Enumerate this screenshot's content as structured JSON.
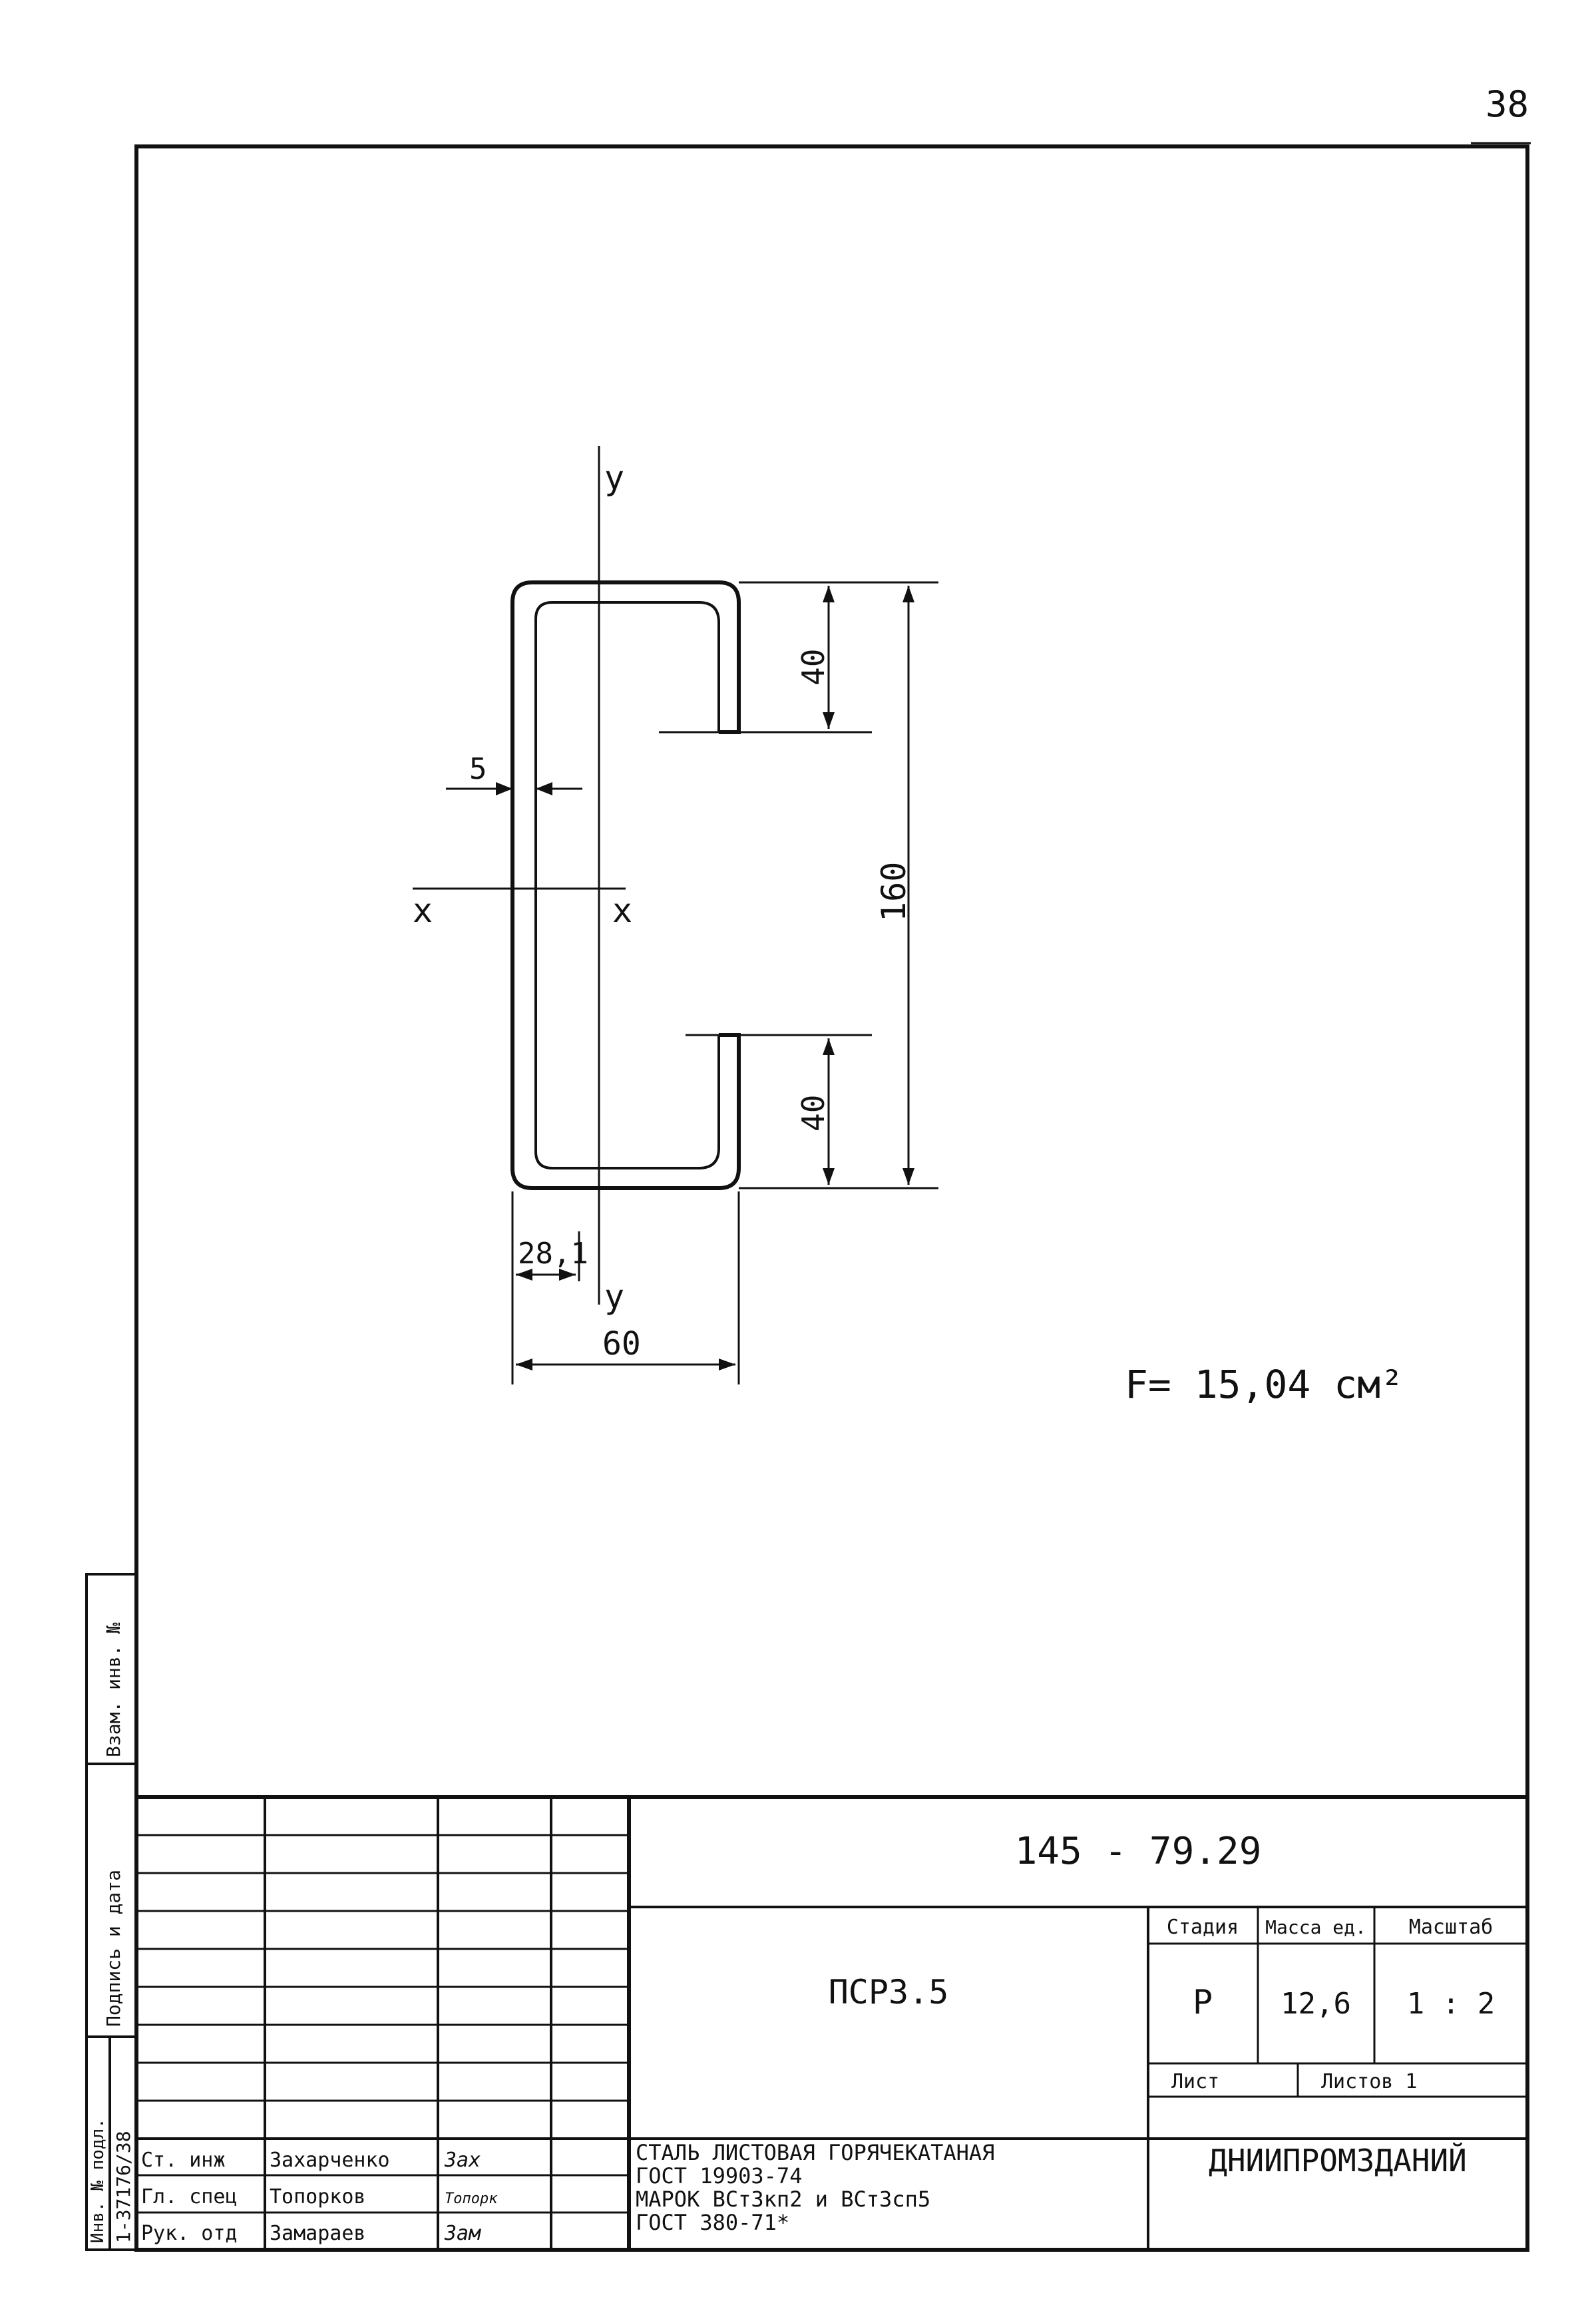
{
  "page_number": "38",
  "drawing": {
    "axis_y_top": "y",
    "axis_y_bottom": "y",
    "axis_x_left": "x",
    "axis_x_right": "x",
    "dim_thickness": "5",
    "dim_lip_top": "40",
    "dim_lip_bottom": "40",
    "dim_height": "160",
    "dim_centroid": "28,1",
    "dim_width": "60",
    "area": "F= 15,04 см²"
  },
  "side_stamp": {
    "inv_orig": "Инв. № подл.",
    "sign_date": "Подпись и дата",
    "inv_replace": "Взам. инв. №",
    "inv_number": "1-37176/38"
  },
  "title_block": {
    "document_code": "145 - 79.29",
    "product_name": "ПСР3.5",
    "stage_header": "Стадия",
    "mass_header": "Масса ед.",
    "scale_header": "Масштаб",
    "stage_value": "Р",
    "mass_value": "12,6",
    "scale_value": "1 : 2",
    "sheet_label": "Лист",
    "sheets_label": "Листов 1",
    "organization": "ДНИИПРОМЗДАНИЙ",
    "material_lines": [
      "СТАЛЬ ЛИСТОВАЯ ГОРЯЧЕКАТАНАЯ",
      "ГОСТ 19903-74",
      "МАРОК ВСт3кп2 и ВСт3сп5",
      "ГОСТ 380-71*"
    ],
    "signers": [
      {
        "role": "Ст. инж",
        "name": "Захарченко",
        "signature": "Зах"
      },
      {
        "role": "Гл. спец",
        "name": "Топорков",
        "signature": "Топорк"
      },
      {
        "role": "Рук. отд",
        "name": "Замараев",
        "signature": "Зам"
      }
    ]
  }
}
